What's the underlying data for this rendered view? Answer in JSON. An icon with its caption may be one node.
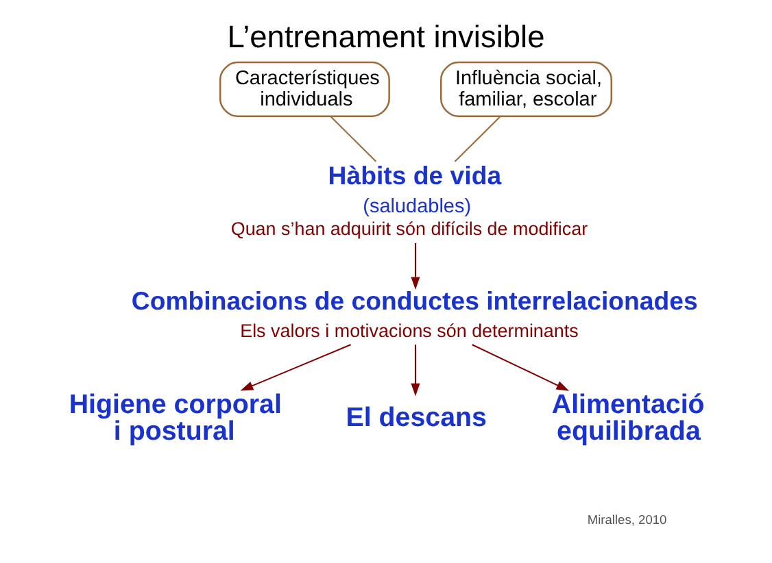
{
  "diagram": {
    "title": "L’entrenament invisible",
    "nodes": [
      {
        "text": [
          "Característiques individuals"
        ]
      },
      {
        "text": [
          "Influència social, familiar, escolar"
        ]
      },
      {
        "text": [
          "Hàbits de vida",
          "(saludables)",
          "Quan s’han adquirit són difícils de modificar"
        ]
      },
      {
        "text": [
          "Combinacions de conductes interrelacionades",
          "Els valors i motivacions són determinants"
        ]
      },
      {
        "text": [
          "Higiene corporal i postural"
        ]
      },
      {
        "text": [
          "El descans"
        ]
      },
      {
        "text": [
          "Alimentació equilibrada"
        ]
      }
    ],
    "edges": [
      {
        "from": 0,
        "to": 2,
        "arrow": "none",
        "color": "#9a6a3a"
      },
      {
        "from": 1,
        "to": 2,
        "arrow": "none",
        "color": "#9a6a3a"
      },
      {
        "from": 2,
        "to": 3,
        "arrow": "to"
      },
      {
        "from": 3,
        "to": 4,
        "arrow": "to"
      },
      {
        "from": 3,
        "to": 5,
        "arrow": "to"
      },
      {
        "from": 3,
        "to": 6,
        "arrow": "to"
      }
    ],
    "labels": [
      "Miralles, 2010"
    ]
  }
}
